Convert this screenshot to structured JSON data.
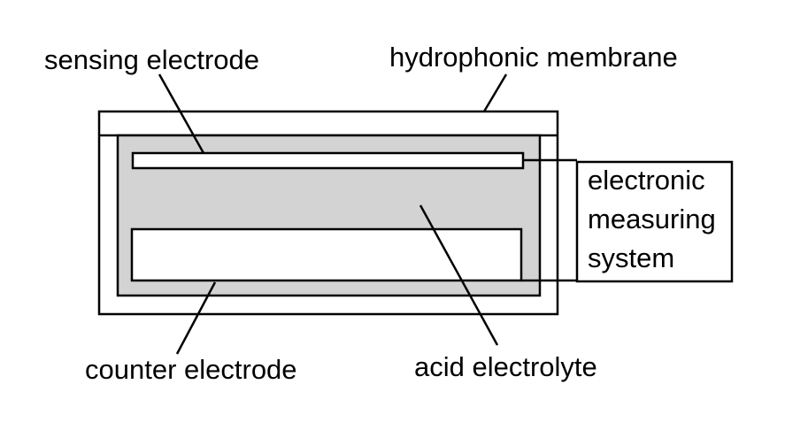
{
  "labels": {
    "sensing_electrode": "sensing electrode",
    "hydrophonic_membrane": "hydrophonic membrane",
    "electronic_measuring_system": [
      "electronic",
      "measuring",
      "system"
    ],
    "counter_electrode": "counter electrode",
    "acid_electrolyte": "acid electrolyte"
  },
  "colors": {
    "electrolyte_fill": "#d3d3d3",
    "outline": "#000000",
    "background": "#ffffff"
  }
}
